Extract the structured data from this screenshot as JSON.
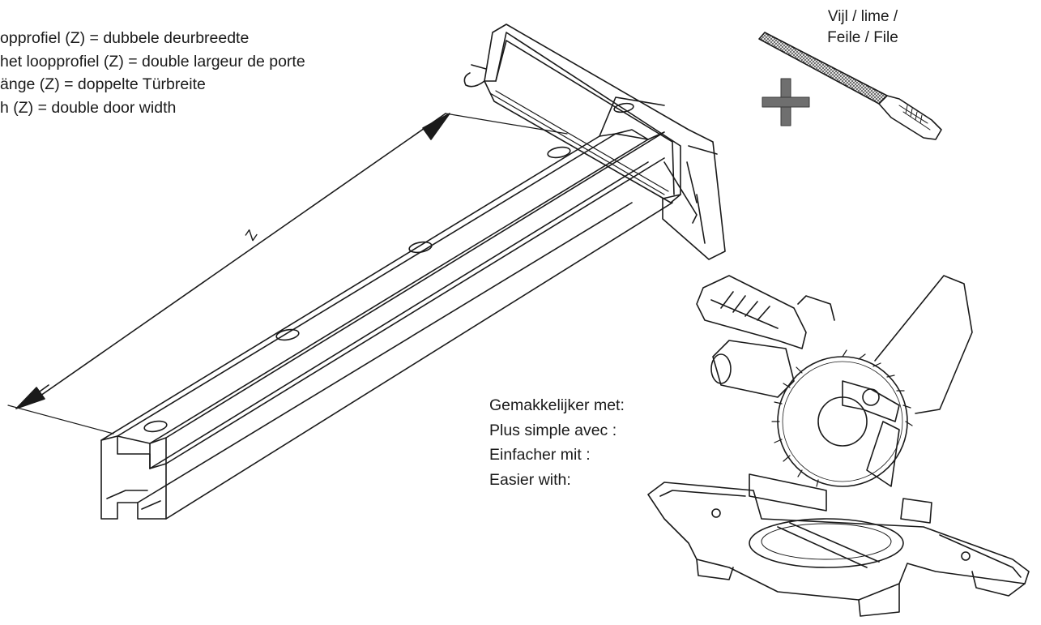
{
  "instructions": [
    "opprofiel (Z) = dubbele deurbreedte",
    "het loopprofiel (Z) = double largeur de porte",
    "änge (Z) = doppelte Türbreite",
    "h (Z) = double door width"
  ],
  "dimension_label": "Z",
  "file_tool": {
    "label_line1": "Vijl / lime /",
    "label_line2": "Feile / File"
  },
  "easier_with": [
    "Gemakkelijker met:",
    "Plus simple avec :",
    "Einfacher mit :",
    "Easier with:"
  ],
  "colors": {
    "ink": "#1a1a1a",
    "plus_sign": "#6f6f6f"
  },
  "icons": [
    "hacksaw-icon",
    "file-icon",
    "miter-saw-icon",
    "plus-icon"
  ]
}
